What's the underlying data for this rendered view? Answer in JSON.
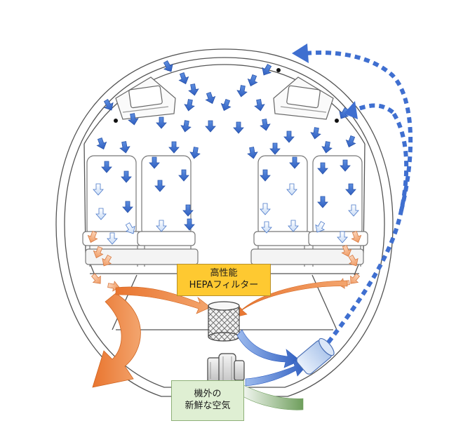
{
  "labels": {
    "hepa_line1": "高性能",
    "hepa_line2": "HEPAフィルター",
    "fresh_line1": "機外の",
    "fresh_line2": "新鮮な空気"
  },
  "colors": {
    "cabin_air": "#3f6fd0",
    "dirty_air": "#ea7a3c",
    "clean_air": "#3f6fd0",
    "fresh_air": "#8fb87a",
    "hepa_box": "#fec931",
    "fresh_box": "#dfefd3"
  },
  "icons": {
    "filter": "hepa-filter-cylinder-icon",
    "compressor": "engine-compressor-icon",
    "mixer": "mixing-unit-icon"
  }
}
